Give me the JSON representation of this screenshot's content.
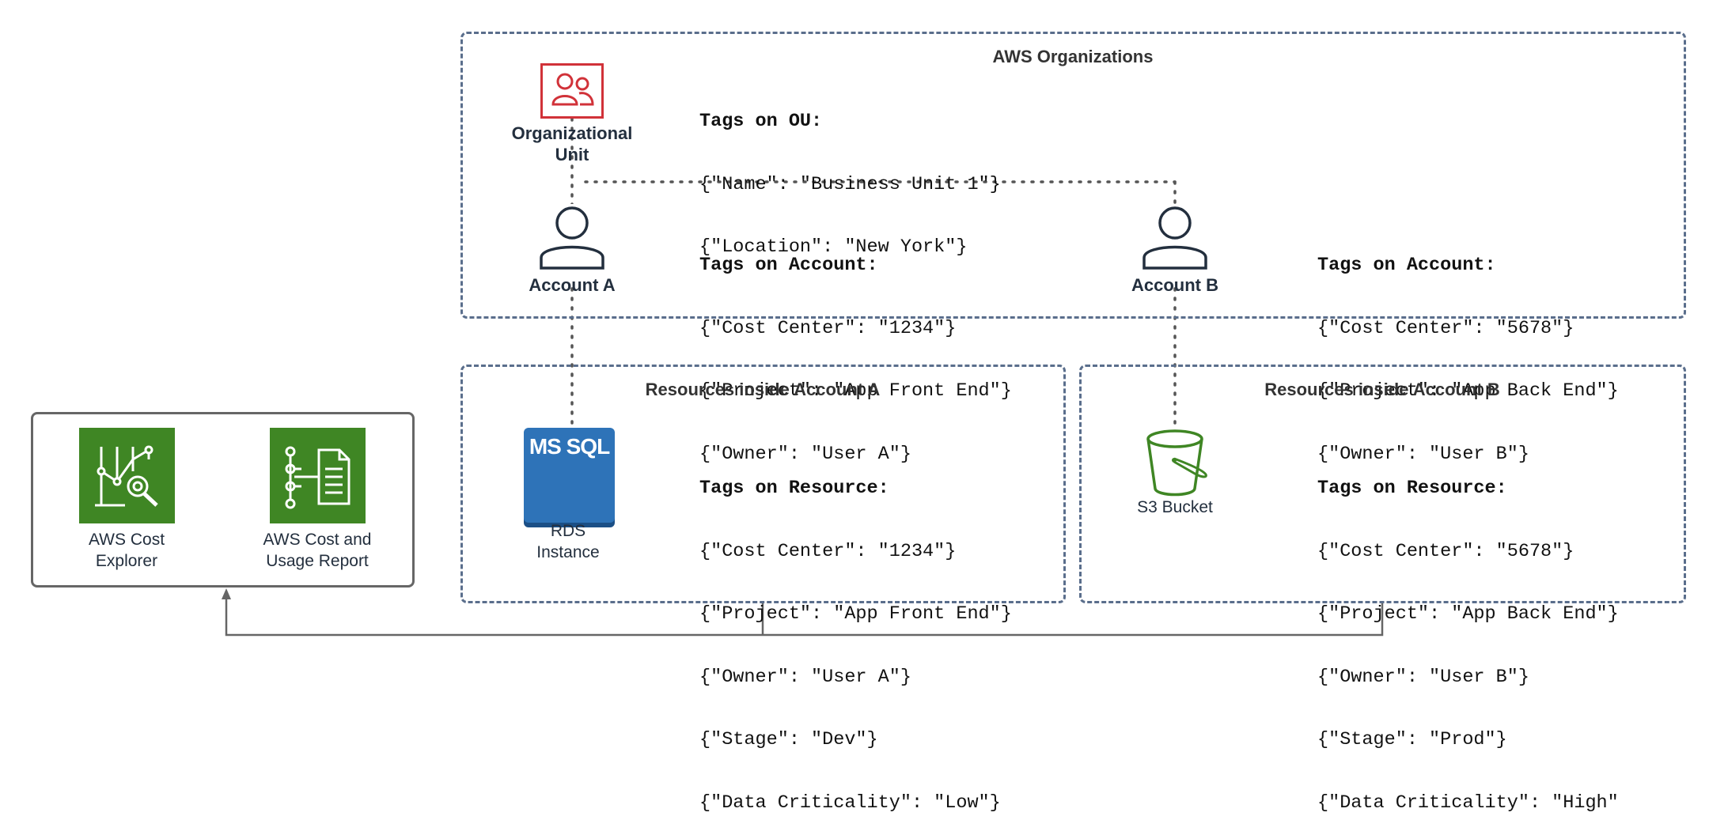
{
  "organizations": {
    "title": "AWS Organizations",
    "ou": {
      "label_line1": "Organizational",
      "label_line2": "Unit",
      "tags_header": "Tags on OU:",
      "tags": [
        "{\"Name\": \"Business Unit 1\"}",
        "{\"Location\": \"New York\"}"
      ]
    },
    "account_a": {
      "label": "Account A",
      "tags_header": "Tags on Account:",
      "tags": [
        "{\"Cost Center\": \"1234\"}",
        "{\"Project\": \"App Front End\"}",
        "{\"Owner\": \"User A\"}"
      ]
    },
    "account_b": {
      "label": "Account B",
      "tags_header": "Tags on Account:",
      "tags": [
        "{\"Cost Center\": \"5678\"}",
        "{\"Project\": \"App Back End\"}",
        "{\"Owner\": \"User B\"}"
      ]
    }
  },
  "resources_a": {
    "title": "Resources inside Account A",
    "icon_text": "MS SQL",
    "label_line1": "RDS",
    "label_line2": "Instance",
    "tags_header": "Tags on Resource:",
    "tags": [
      "{\"Cost Center\": \"1234\"}",
      "{\"Project\": \"App Front End\"}",
      "{\"Owner\": \"User A\"}",
      "{\"Stage\": \"Dev\"}",
      "{\"Data Criticality\": \"Low\"}"
    ]
  },
  "resources_b": {
    "title": "Resources inside Account B",
    "label": "S3 Bucket",
    "tags_header": "Tags on Resource:",
    "tags": [
      "{\"Cost Center\": \"5678\"}",
      "{\"Project\": \"App Back End\"}",
      "{\"Owner\": \"User B\"}",
      "{\"Stage\": \"Prod\"}",
      "{\"Data Criticality\": \"High\""
    ]
  },
  "cost_tools": {
    "explorer": {
      "label_line1": "AWS Cost",
      "label_line2": "Explorer"
    },
    "cur": {
      "label_line1": "AWS Cost and",
      "label_line2": "Usage Report"
    }
  },
  "colors": {
    "dashed_border": "#5a6e8c",
    "ou_red": "#d13239",
    "account_navy": "#232f3e",
    "rds_blue": "#2e73b8",
    "s3_green": "#3f8624",
    "cost_green": "#3f8624"
  },
  "icons": {
    "ou": "organizational-unit-icon",
    "account_a": "user-icon",
    "account_b": "user-icon",
    "rds": "rds-mssql-icon",
    "s3": "s3-bucket-icon",
    "explorer": "cost-explorer-icon",
    "cur": "cost-usage-report-icon"
  }
}
